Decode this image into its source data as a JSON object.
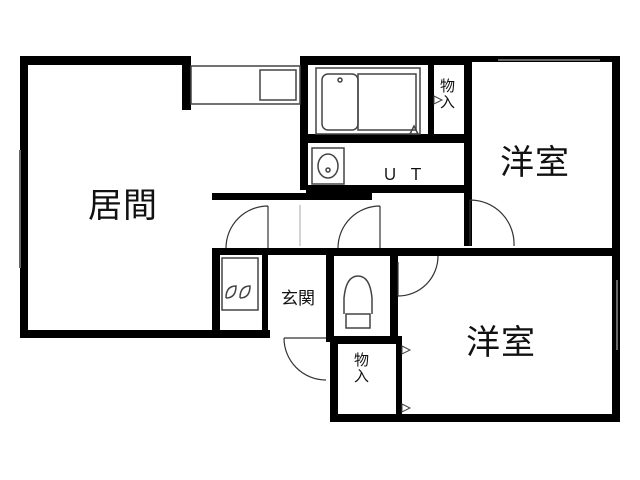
{
  "rooms": {
    "living": "居間",
    "western_top": "洋室",
    "western_bottom": "洋室",
    "entrance": "玄関",
    "utility": "ＵＴ",
    "storage_top": "物入",
    "storage_bottom": "物入"
  },
  "colors": {
    "wall": "#000000",
    "fixture": "#444444",
    "window": "#666666",
    "background": "#ffffff"
  }
}
